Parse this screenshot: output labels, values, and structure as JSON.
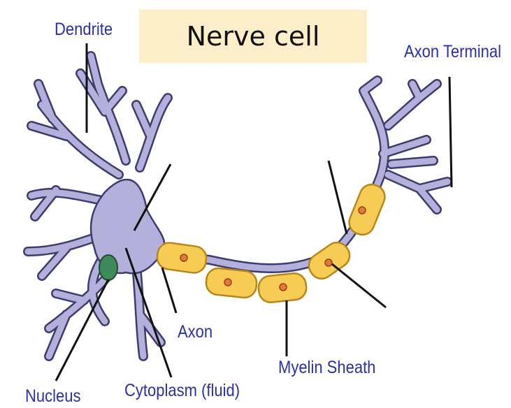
{
  "title": "Nerve cell",
  "labels": {
    "dendrite": "Dendrite",
    "axon_terminal": "Axon Terminal",
    "axon": "Axon",
    "myelin_sheath": "Myelin Sheath",
    "nucleus": "Nucleus",
    "cytoplasm": "Cytoplasm (fluid)"
  },
  "colors": {
    "cell_body": "#b4b0dc",
    "cell_outline": "#3e3b6e",
    "myelin": "#f6cc55",
    "myelin_outline": "#b88718",
    "node": "#c8cde0",
    "nucleus": "#3f8a5a",
    "label_text": "#2b2fa8",
    "title_box": "#fbeec9"
  }
}
